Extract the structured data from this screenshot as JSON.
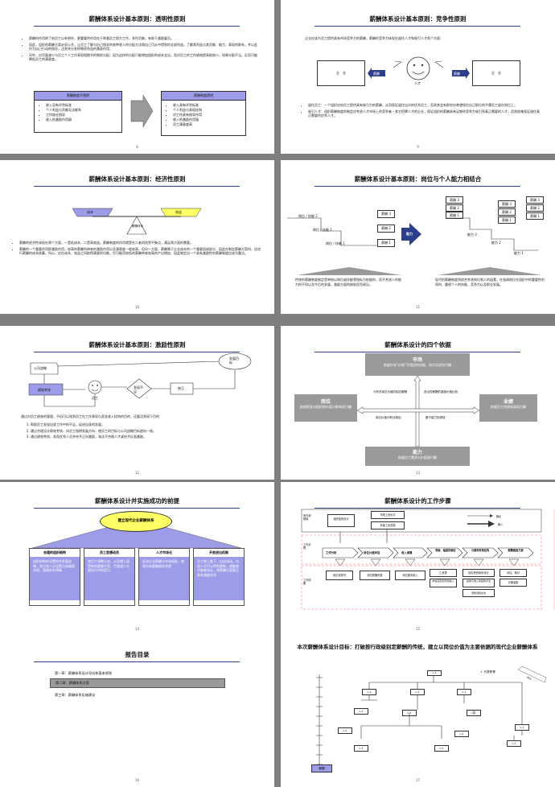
{
  "slides": {
    "s8": {
      "title": "薪酬体系设计基本原则：透明性原则",
      "bullets": [
        "薪酬的作用除了给员工以补偿外，更重要的作用在于刺激员工努力工作，多作贡献，有助于激励雇员。",
        "因此，组织的薪酬方案必须公开，让员工了解与自己相关的各种收入的分配方法和自己可从中得到的全部利益，了解其利益与其贡献、能力、表现的联系，并以此作为自己行动的指导，达到充分发挥物质利益的激励作用；",
        "另外，应尽量减少与员工个人工作表现相脱节的物质分配，因为这样的分配只能增加组织的成本支出，而对员工的工作绩效提高助效小，如果分配不当，反而可能降低员工的满意度。"
      ],
      "left_head": "薪酬制度不透明",
      "left_items": [
        "收入没有评判标准",
        "个人利益与贡献无法联系",
        "工作缺乏指导",
        "收入的激励作用弱"
      ],
      "right_head": "薪酬制度透明",
      "right_items": [
        "收入具有评判标准",
        "个人利益与表现挂钩",
        "对工作具有指导作用",
        "收入的激励作用强",
        "员工满意度高"
      ],
      "page": "8"
    },
    "s9": {
      "title": "薪酬体系设计基本原则：竞争性原则",
      "intro": "企业应该为员工提供具有市场竞争力的薪酬，薪酬的竞争力体现在留住人才和吸引人才两个方面：",
      "company": "企　业",
      "salary": "薪酬",
      "talent": "人才",
      "bullets": [
        "留住员工：一个组织应给员工提供具有吸引力的薪酬，从而保证留住出众的优秀员工，否则其会有那些仅希望保住自己职位的平庸员工留在岗位上；",
        "吸引人才：组织薪酬制度的制定应考虑人才市场上的竞争者－其它招聘人才的企业，保证组织的薪酬具有足够的竞争力吸引到真正需要的人才，否则很难保证留住真正需要的优秀人才。"
      ],
      "page": "9"
    },
    "s10": {
      "title": "薪酬体系设计基本原则：经济性原则",
      "cost": "成本",
      "benefit": "效益",
      "center": "薪酬体系",
      "bullets": [
        "薪酬的经济性体现在两个方面，一是低成本，二是高效益，薪酬制度的作用就是在二者间找到平衡点，满足两方面的需要。",
        "薪酬的一个重要作用即激励作用，较高的薪酬所带来的激励作用以及满意度一般较高，但另一方面，薪酬属于企业成本的一个重要组成部分，因此在制定薪酬方案时，应进行薪酬的成本核算，所以，应在成本、效益之间取得满意的均衡，尽可能用较低的薪酬带来较高的产出增加，因此制定出一个具有激励性的薪酬制度应成为重点。"
      ],
      "page": "10"
    },
    "s11": {
      "title": "薪酬体系设计基本原则：岗位与个人能力相结合",
      "left_rows": [
        "岗位 / 技能 3",
        "岗位 / 技能 2",
        "岗位 / 技能 1"
      ],
      "left_salary": [
        "薪酬 3",
        "薪酬 2",
        "薪酬 1"
      ],
      "arrow": "能力",
      "right_abilities": [
        "能力 3",
        "能力 2",
        "能力 1"
      ],
      "right_salary": [
        "薪酬 3",
        "薪酬 2",
        "薪酬 1",
        "薪酬 3",
        "薪酬 2",
        "薪酬 1",
        "薪酬 3",
        "薪酬 2",
        "薪酬 1"
      ],
      "caption_left": "传统的薪酬制度制定是单纯以岗位或技能等指标为依据的，而不考虑人的能力的不同以及今后的发展，激励方面的缺陷显而易见。",
      "caption_right": "现代的薪酬制度则综合考虑岗位和人的因素，在强调岗位在组织中的重要性的同时，重视个人的技能，竞争力以及职业发展。",
      "page": "11"
    },
    "s12": {
      "title": "薪酬体系设计基本原则：激励性原则",
      "strategy": "公司战略",
      "target": "发展目标",
      "evaluation": "绩效考核",
      "employee": "员工",
      "gap": "发现不足",
      "correct": "修正",
      "intro": "通过对员工绩效的管理，不但可以找到员工在工作表现与奖金收入挂钩的目的，还要达到如下目的：",
      "items": [
        "帮助员工发现自身工作中的不足，促进自身的发展；",
        "通过合理设计绩效考核，向员工指明发展方向，使员工的目标与公司战略目标趋向一致。",
        "通过绩效考核，发现优秀人员并给予正向激励，淘汰不合格人才或给予反面激励。"
      ],
      "page": "12"
    },
    "s13": {
      "title": "薪酬体系设计的四个依据",
      "market": "市场",
      "market_sub": "依据市场“价格”为相应的技能、知识及经验付酬",
      "post": "岗位",
      "post_sub": "依据职务对组织的价值与影响而付酬",
      "performance": "业绩",
      "performance_sub": "依据员工的绩效高低付酬",
      "ability": "能力",
      "ability_sub": "依据员工素质与价值观付酬",
      "q1": "与有关岗位价值的相应薪酬",
      "q2": "适当性薪酬的激励价值比较",
      "q3": "岗位价值与职业规划",
      "q4": "基于能力的绩效",
      "page": "13"
    },
    "s14": {
      "title": "薪酬体系设计并实施成功的前提",
      "center": "建立现代企业薪酬体系",
      "cols": [
        {
          "head": "合理的组织结构",
          "body": "组织结构的设置符合发展战略，岗位和人员设置达到精简合理，管理体系明确"
        },
        {
          "head": "员工思想动员",
          "body": "使员工调整心态，从思想上接受新的薪酬方案，尽量减少方案执行中的阻力"
        },
        {
          "head": "人才市场化",
          "body": "促进企业薪酬与市场接轨，使岗位的薪酬趋向合理"
        },
        {
          "head": "开放进出机制",
          "body": "员工能上能下，自由流动，内部人员可以得到更新，使能使才能被淘汰，使薪酬方案真正具有激励作用"
        }
      ],
      "page": "14"
    },
    "s15": {
      "title": "薪酬体系设计的工作步骤",
      "row1": "条件和基础",
      "row2": "工作步骤",
      "row3": "工作成果",
      "cond": [
        "组织结构设计",
        "市场工资水平",
        "年度工资总额"
      ],
      "legend_out": "输出",
      "legend_in": "输入",
      "steps": [
        "工作分析",
        "岗位价值评估",
        "收入测算",
        "等级、幅度的确定",
        "与绩效考核挂钩",
        "薪酬激励方案"
      ],
      "results": [
        "岗位说明书",
        "岗位薪酬系数",
        "岗位基本收入",
        "工资表",
        "岗位薪资体系设计",
        "评估、核对"
      ],
      "results_sub": [
        "岗位固定和浮动收入",
        "绩效与收入的挂钩方法",
        "调整调级办法",
        "长期激励"
      ],
      "page": "15"
    },
    "s16": {
      "title": "报告目录",
      "items": [
        "第一章：薪酬体系设计导向和基本原则",
        "第二章：薪酬体系方案",
        "第三章：薪酬体系实施建议"
      ],
      "page": "16"
    },
    "s17": {
      "title": "本次薪酬体系设计目标：打破按行政级别定薪酬的传统，建立以岗位价值为主要依据的现代企业薪酬体系",
      "legend": "1. 代表职等",
      "axis": "薪酬",
      "side": "岗位",
      "nodes": [
        "L-1",
        "L-1",
        "L-2",
        "L-1",
        "L-2",
        "L-1",
        "L-2",
        "L-2",
        "L-1",
        "L-2",
        "L-2",
        "L-3",
        "L-2"
      ],
      "page": "17"
    }
  },
  "colors": {
    "navy": "#2b3f8c",
    "purple": "#9c9ce8",
    "yellow": "#ffff66",
    "gray": "#9a9a9a",
    "pink": "#ff9aa8"
  }
}
